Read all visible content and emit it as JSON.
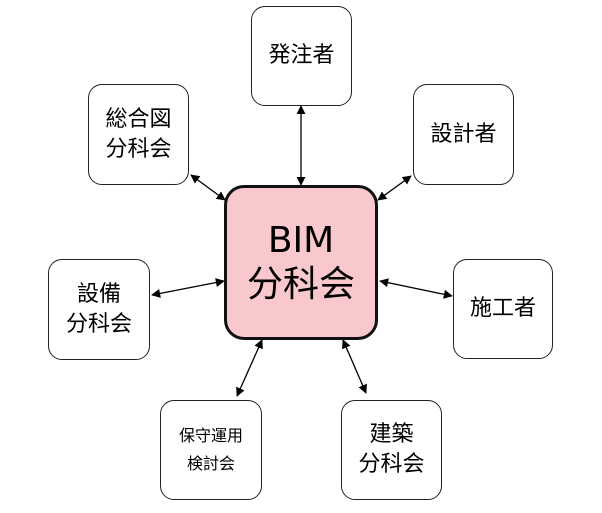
{
  "center": {
    "line1": "BIM",
    "line2": "分科会",
    "fill": "#f8c8cc"
  },
  "nodes": {
    "client": {
      "line1": "発注者"
    },
    "designer": {
      "line1": "設計者"
    },
    "contractor": {
      "line1": "施工者"
    },
    "architecture": {
      "line1": "建築",
      "line2": "分科会"
    },
    "maintenance": {
      "line1": "保守運用",
      "line2": "検討会"
    },
    "equipment": {
      "line1": "設備",
      "line2": "分科会"
    },
    "composite": {
      "line1": "総合図",
      "line2": "分科会"
    }
  }
}
